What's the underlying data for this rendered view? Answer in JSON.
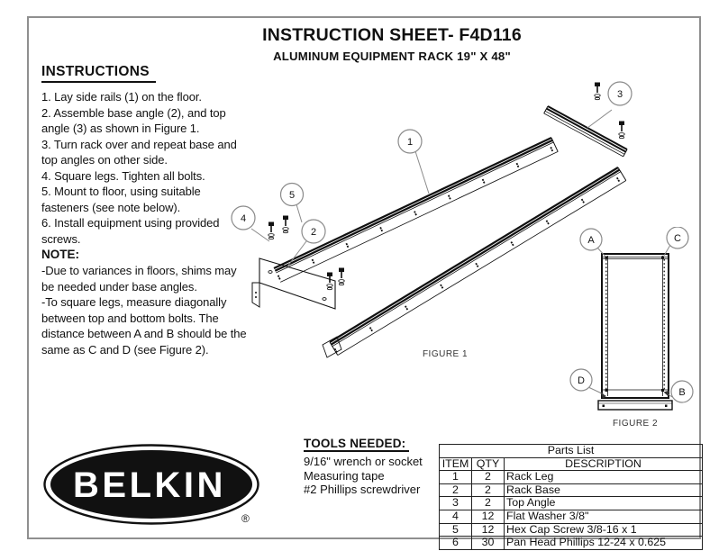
{
  "header": {
    "title": "INSTRUCTION SHEET- F4D116",
    "subtitle": "ALUMINUM EQUIPMENT RACK 19\" X 48\""
  },
  "instructions": {
    "heading": "INSTRUCTIONS",
    "lines": [
      "1. Lay side rails (1) on the floor.",
      "2. Assemble base angle (2), and top",
      "angle (3) as shown in Figure 1.",
      "3. Turn rack over and repeat base and",
      "top angles on other side.",
      "4. Square legs. Tighten all bolts.",
      "5. Mount to floor, using suitable",
      "fasteners (see note below).",
      "6. Install equipment using provided",
      "screws."
    ],
    "note_heading": "NOTE:",
    "note_lines": [
      "-Due to variances in floors, shims may",
      "be needed under base angles.",
      "-To square legs, measure diagonally",
      "between top and bottom bolts. The",
      "distance between A and B should be the",
      "same as C and D (see Figure 2)."
    ]
  },
  "figures": {
    "figure1": {
      "caption": "FIGURE 1",
      "callouts": [
        "1",
        "2",
        "3",
        "4",
        "5"
      ]
    },
    "figure2": {
      "caption": "FIGURE 2",
      "corner_labels": [
        "A",
        "C",
        "D",
        "B"
      ]
    }
  },
  "tools": {
    "heading": "TOOLS NEEDED:",
    "items": [
      "9/16\" wrench or socket",
      "Measuring tape",
      "#2 Phillips screwdriver"
    ]
  },
  "parts_list": {
    "title": "Parts List",
    "columns": [
      "ITEM",
      "QTY",
      "DESCRIPTION"
    ],
    "rows": [
      {
        "item": "1",
        "qty": "2",
        "description": "Rack Leg"
      },
      {
        "item": "2",
        "qty": "2",
        "description": "Rack Base"
      },
      {
        "item": "3",
        "qty": "2",
        "description": "Top Angle"
      },
      {
        "item": "4",
        "qty": "12",
        "description": "Flat Washer 3/8\""
      },
      {
        "item": "5",
        "qty": "12",
        "description": "Hex Cap Screw 3/8-16 x 1"
      },
      {
        "item": "6",
        "qty": "30",
        "description": "Pan Head Phillips 12-24 x 0.625"
      }
    ]
  },
  "logo": {
    "brand": "BELKIN",
    "registered_mark": "®"
  },
  "colors": {
    "ink": "#111111",
    "leader_gray": "#8a8a8a",
    "page_border": "#8f8f8f"
  }
}
